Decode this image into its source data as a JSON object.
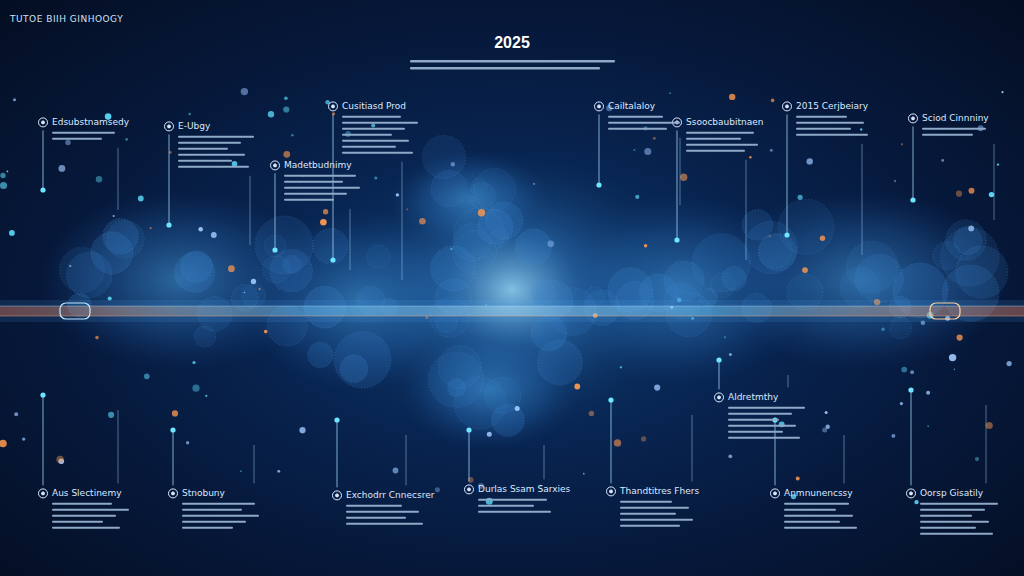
{
  "diagram": {
    "title": "2025",
    "labels": [
      "TUTOE BIIH GINHOOGY",
      "Edsubstnamsedy",
      "E-Ubgy",
      "Cusitiasd Prod",
      "Madetbudnimy",
      "Cailtalaloy",
      "Ssoocbaubitnaen",
      "2015 Cerjbeiary",
      "Sciod Cinnniny",
      "Aldretmthy",
      "Aus Slectinemy",
      "Stnobuny",
      "Exchodrr Cnnecsrer",
      "Durlas Ssam Sarxies",
      "Thandtitres Fhers",
      "Anmnunencssy",
      "Oorsp Gisatily"
    ]
  }
}
